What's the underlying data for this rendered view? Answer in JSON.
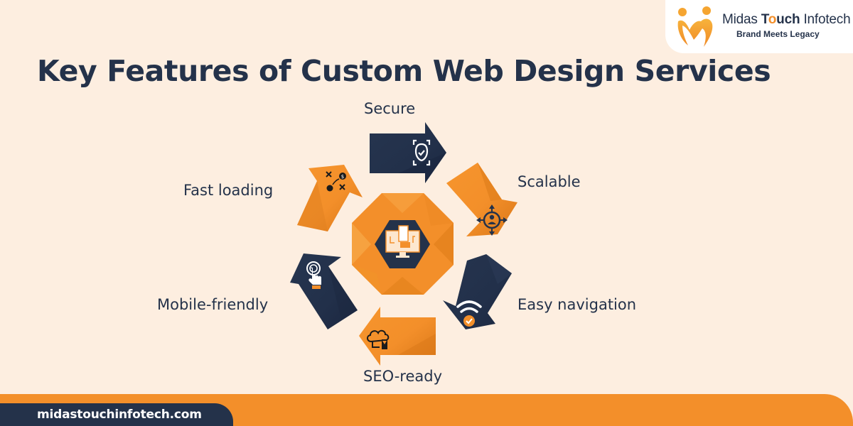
{
  "brand": {
    "name_part1": "Midas ",
    "name_bold_pre": "T",
    "name_bold_o": "o",
    "name_bold_post": "uch",
    "name_part2": " Infotech",
    "tagline": "Brand Meets Legacy",
    "logo_icon": "people-m-logo-icon",
    "colors": {
      "orange": "#f38f2a",
      "navy": "#24324a",
      "background": "#fdeee0"
    }
  },
  "title": "Key Features of Custom Web Design Services",
  "center": {
    "icon": "monitor-web-layout-icon"
  },
  "features": [
    {
      "label": "Secure",
      "icon": "face-shield-check-icon",
      "arrow_color": "#24324a",
      "direction": "right"
    },
    {
      "label": "Scalable",
      "icon": "user-expand-arrows-icon",
      "arrow_color": "#f38f2a",
      "direction": "down-right"
    },
    {
      "label": "Easy navigation",
      "icon": "wifi-check-icon",
      "arrow_color": "#24324a",
      "direction": "down-left"
    },
    {
      "label": "SEO-ready",
      "icon": "cloud-hourglass-icon",
      "arrow_color": "#f38f2a",
      "direction": "left"
    },
    {
      "label": "Mobile-friendly",
      "icon": "touch-tap-icon",
      "arrow_color": "#24324a",
      "direction": "up-left"
    },
    {
      "label": "Fast loading",
      "icon": "strategy-plan-icon",
      "arrow_color": "#f38f2a",
      "direction": "up-right"
    }
  ],
  "footer": {
    "url": "midastouchinfotech.com"
  }
}
